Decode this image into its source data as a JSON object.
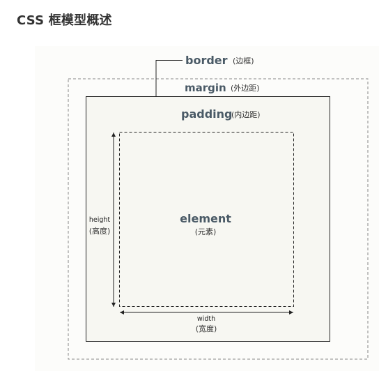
{
  "title": "CSS 框模型概述",
  "labels": {
    "border": {
      "main": "border",
      "sub": "(边框)"
    },
    "margin": {
      "main": "margin",
      "sub": "(外边距)"
    },
    "padding": {
      "main": "padding",
      "sub": "(内边距)"
    },
    "element": {
      "main": "element",
      "sub": "(元素)"
    },
    "height": {
      "main": "height",
      "sub": "(高度)"
    },
    "width": {
      "main": "width",
      "sub": "(宽度)"
    }
  },
  "colors": {
    "label": "#4a5a66",
    "border_box_fill": "#f7f7f2",
    "panel_fill": "#fcfcfa",
    "line": "#222222",
    "dashed_margin": "#888888"
  }
}
